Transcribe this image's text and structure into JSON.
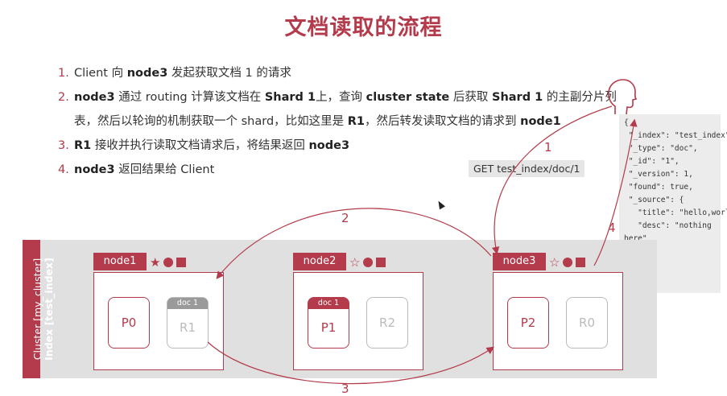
{
  "title": "文档读取的流程",
  "steps": [
    {
      "num": "1.",
      "parts": [
        {
          "t": "Client 向 ",
          "b": false
        },
        {
          "t": "node3",
          "b": true
        },
        {
          "t": " 发起获取文档 1 的请求",
          "b": false
        }
      ]
    },
    {
      "num": "2.",
      "parts": [
        {
          "t": "node3",
          "b": true
        },
        {
          "t": " 通过 routing 计算该文档在 ",
          "b": false
        },
        {
          "t": "Shard 1",
          "b": true
        },
        {
          "t": "上，查询 ",
          "b": false
        },
        {
          "t": "cluster state",
          "b": true
        },
        {
          "t": " 后获取 ",
          "b": false
        },
        {
          "t": "Shard 1",
          "b": true
        },
        {
          "t": " 的主副分片列",
          "b": false
        }
      ]
    },
    {
      "num": "",
      "parts": [
        {
          "t": "表，然后以轮询的机制获取一个 shard，比如这里是 ",
          "b": false
        },
        {
          "t": "R1",
          "b": true
        },
        {
          "t": "，然后转发读取文档的请求到 ",
          "b": false
        },
        {
          "t": "node1",
          "b": true
        }
      ]
    },
    {
      "num": "3.",
      "parts": [
        {
          "t": "R1",
          "b": true
        },
        {
          "t": " 接收并执行读取文档请求后，将结果返回 ",
          "b": false
        },
        {
          "t": "node3",
          "b": true
        }
      ]
    },
    {
      "num": "4.",
      "parts": [
        {
          "t": "node3",
          "b": true
        },
        {
          "t": " 返回结果给 Client",
          "b": false
        }
      ]
    }
  ],
  "request_label": "GET test_index/doc/1",
  "response_json": "{\n \"_index\": \"test_index\",\n \"_type\": \"doc\",\n \"_id\": \"1\",\n \"_version\": 1,\n \"found\": true,\n \"_source\": {\n   \"title\": \"hello,world\",\n   \"desc\": \"nothing\nhere\"\n  }\n}",
  "cluster": {
    "line1": "Cluster [my_cluster]",
    "line2": "Index [test_index]"
  },
  "nodes": [
    {
      "name": "node1",
      "master_icon": "filled-star-icon",
      "shards": [
        {
          "label": "P0",
          "kind": "primary",
          "doc": ""
        },
        {
          "label": "R1",
          "kind": "replica",
          "doc": "doc 1"
        }
      ]
    },
    {
      "name": "node2",
      "master_icon": "outline-star-icon",
      "shards": [
        {
          "label": "P1",
          "kind": "primary",
          "doc": "doc 1"
        },
        {
          "label": "R2",
          "kind": "replica",
          "doc": ""
        }
      ]
    },
    {
      "name": "node3",
      "master_icon": "outline-star-icon",
      "shards": [
        {
          "label": "P2",
          "kind": "primary",
          "doc": ""
        },
        {
          "label": "R0",
          "kind": "replica",
          "doc": ""
        }
      ]
    }
  ],
  "arrow_labels": [
    "1",
    "2",
    "3",
    "4"
  ],
  "colors": {
    "accent": "#b33b4b",
    "band": "#e0e0e0",
    "replica": "#bbbbbb"
  }
}
